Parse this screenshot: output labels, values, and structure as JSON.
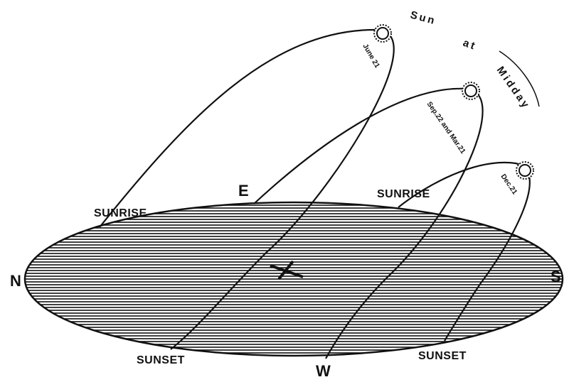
{
  "compass": {
    "north": "N",
    "east": "E",
    "west": "W",
    "south": "S"
  },
  "title": {
    "line1": "Sun",
    "line2": "at",
    "line3": "Midday"
  },
  "paths": [
    {
      "date": "June 21",
      "sunrise": "SUNRISE",
      "sunset": "SUNSET"
    },
    {
      "date": "Sep.22 and Mar.21"
    },
    {
      "date": "Dec.21",
      "sunrise": "SUNRISE",
      "sunset": "SUNSET"
    }
  ],
  "colors": {
    "ink": "#111111",
    "paper": "#ffffff"
  }
}
